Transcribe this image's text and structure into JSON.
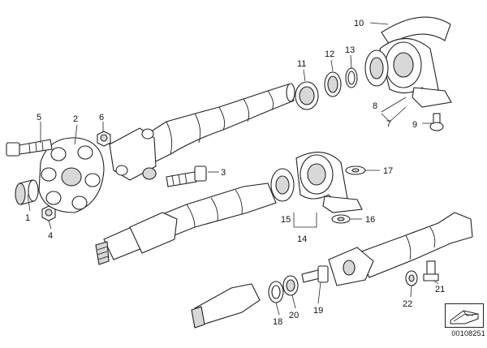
{
  "callouts": [
    {
      "id": "1",
      "label": "1"
    },
    {
      "id": "2",
      "label": "2"
    },
    {
      "id": "3",
      "label": "3"
    },
    {
      "id": "4",
      "label": "4"
    },
    {
      "id": "5",
      "label": "5"
    },
    {
      "id": "6",
      "label": "6"
    },
    {
      "id": "7",
      "label": "7"
    },
    {
      "id": "8",
      "label": "8"
    },
    {
      "id": "9",
      "label": "9"
    },
    {
      "id": "10",
      "label": "10"
    },
    {
      "id": "11",
      "label": "11"
    },
    {
      "id": "12",
      "label": "12"
    },
    {
      "id": "13",
      "label": "13"
    },
    {
      "id": "14",
      "label": "14"
    },
    {
      "id": "15",
      "label": "15"
    },
    {
      "id": "16",
      "label": "16"
    },
    {
      "id": "17",
      "label": "17"
    },
    {
      "id": "18",
      "label": "18"
    },
    {
      "id": "19",
      "label": "19"
    },
    {
      "id": "20",
      "label": "20"
    },
    {
      "id": "21",
      "label": "21"
    },
    {
      "id": "22",
      "label": "22"
    }
  ],
  "document": {
    "number": "00108251"
  },
  "icons": {
    "badge": "document-badge-icon"
  }
}
